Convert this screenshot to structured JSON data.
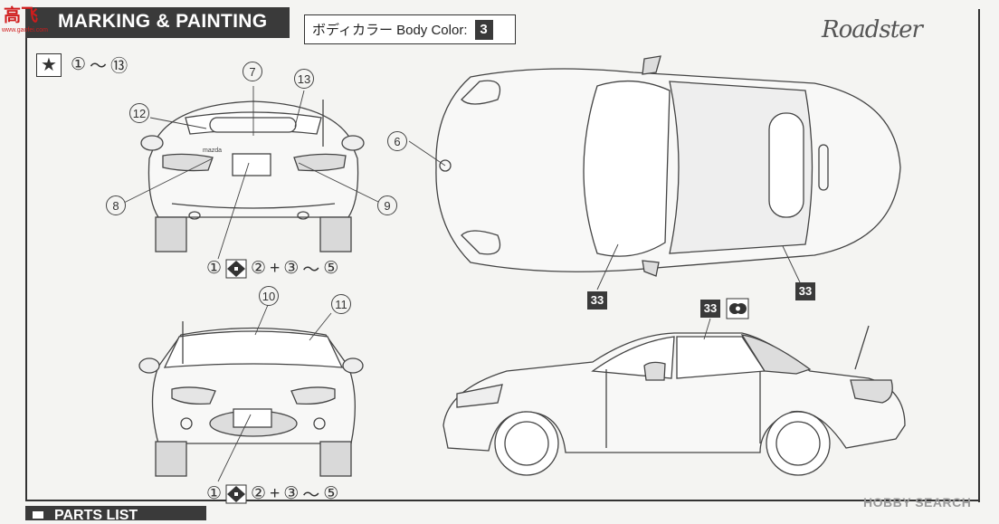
{
  "header": {
    "title": "MARKING & PAINTING",
    "site_logo_text": "高飞",
    "site_logo_url": "www.gaofei.com"
  },
  "body_color": {
    "label": "ボディカラー  Body Color:",
    "number": "3"
  },
  "brand_logo": "Roadster",
  "legend": {
    "symbol": "★",
    "range_start": "①",
    "tilde": "～",
    "range_end": "⑬"
  },
  "callouts": {
    "c1": "1",
    "c6": "6",
    "c7": "7",
    "c8": "8",
    "c9": "9",
    "c10": "10",
    "c11": "11",
    "c12": "12",
    "c13": "13"
  },
  "rear_plate_text": "mazda",
  "paint_instruction": {
    "a": "①",
    "b": "②",
    "plus": "+",
    "c": "③",
    "tilde": "～",
    "d": "⑤"
  },
  "color_codes": {
    "top_left": "33",
    "top_right": "33",
    "side": "33"
  },
  "parts_list": {
    "title": "PARTS LIST"
  },
  "watermark": {
    "brand": "HOBBY",
    "search": "SEARCH"
  },
  "colors": {
    "header_bg": "#3a3a3a",
    "accent_red": "#d01c1c"
  }
}
